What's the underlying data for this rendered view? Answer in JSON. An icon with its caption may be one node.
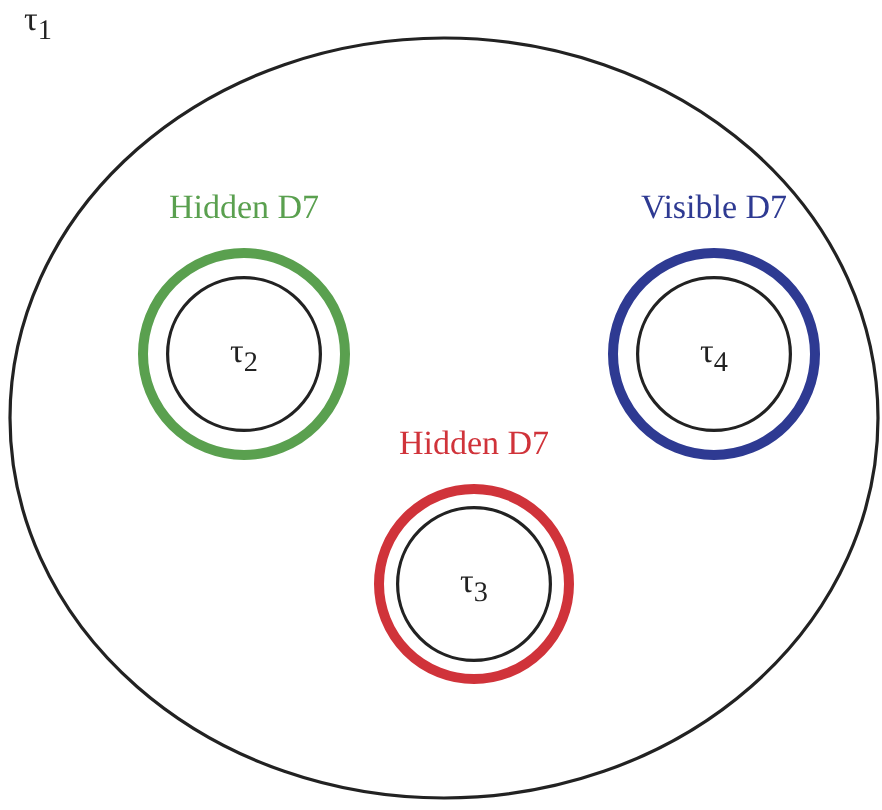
{
  "diagram": {
    "nodes": [
      {
        "text": [
          "τ$_{1}$"
        ]
      },
      {
        "text": [
          "Hidden D7"
        ],
        "in": 0
      },
      {
        "text": [
          "τ$_{2}$"
        ],
        "in": 1
      },
      {
        "text": [
          "Visible D7"
        ],
        "in": 0
      },
      {
        "text": [
          "τ$_{4}$"
        ],
        "in": 3
      },
      {
        "text": [
          "Hidden D7"
        ],
        "in": 0
      },
      {
        "text": [
          "τ$_{3}$"
        ],
        "in": 5
      }
    ]
  }
}
